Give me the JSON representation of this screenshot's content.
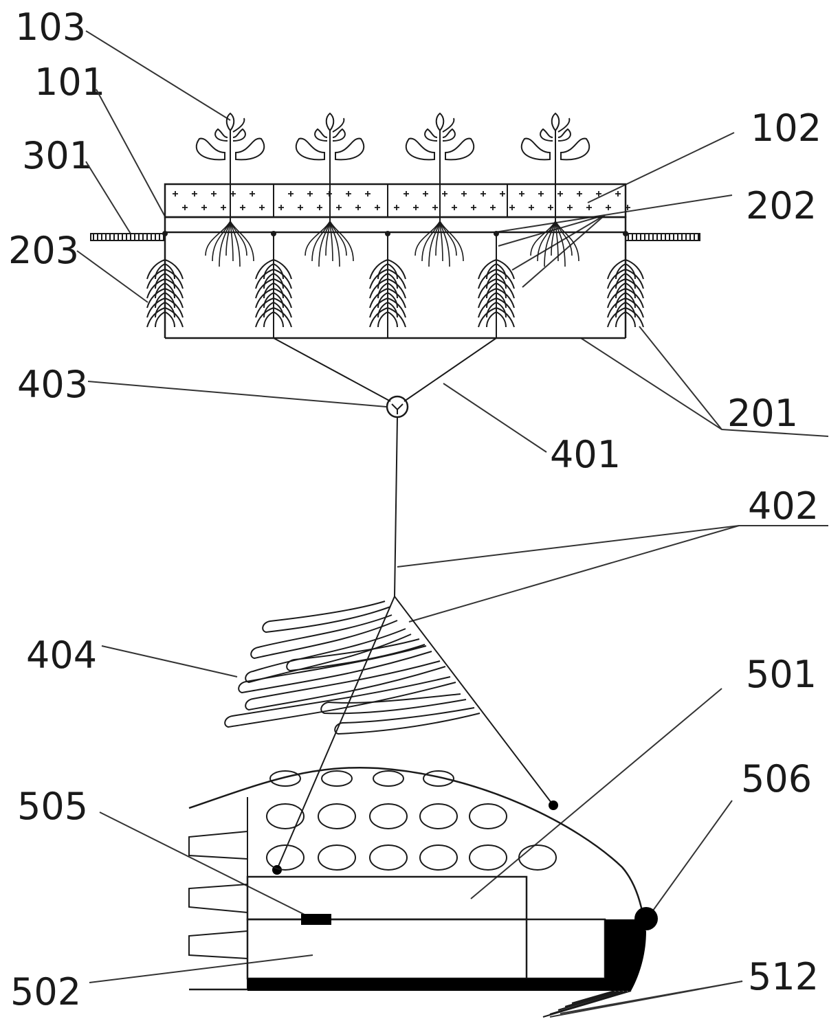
{
  "labels": {
    "l103": "103",
    "l101": "101",
    "l301": "301",
    "l203": "203",
    "l102": "102",
    "l202": "202",
    "l403": "403",
    "l401": "401",
    "l201": "201",
    "l402": "402",
    "l404": "404",
    "l501": "501",
    "l506": "506",
    "l505": "505",
    "l502": "502",
    "l512": "512"
  },
  "colors": {
    "line": "#1a1a1a",
    "fill_dark": "#000000",
    "background": "#ffffff"
  }
}
